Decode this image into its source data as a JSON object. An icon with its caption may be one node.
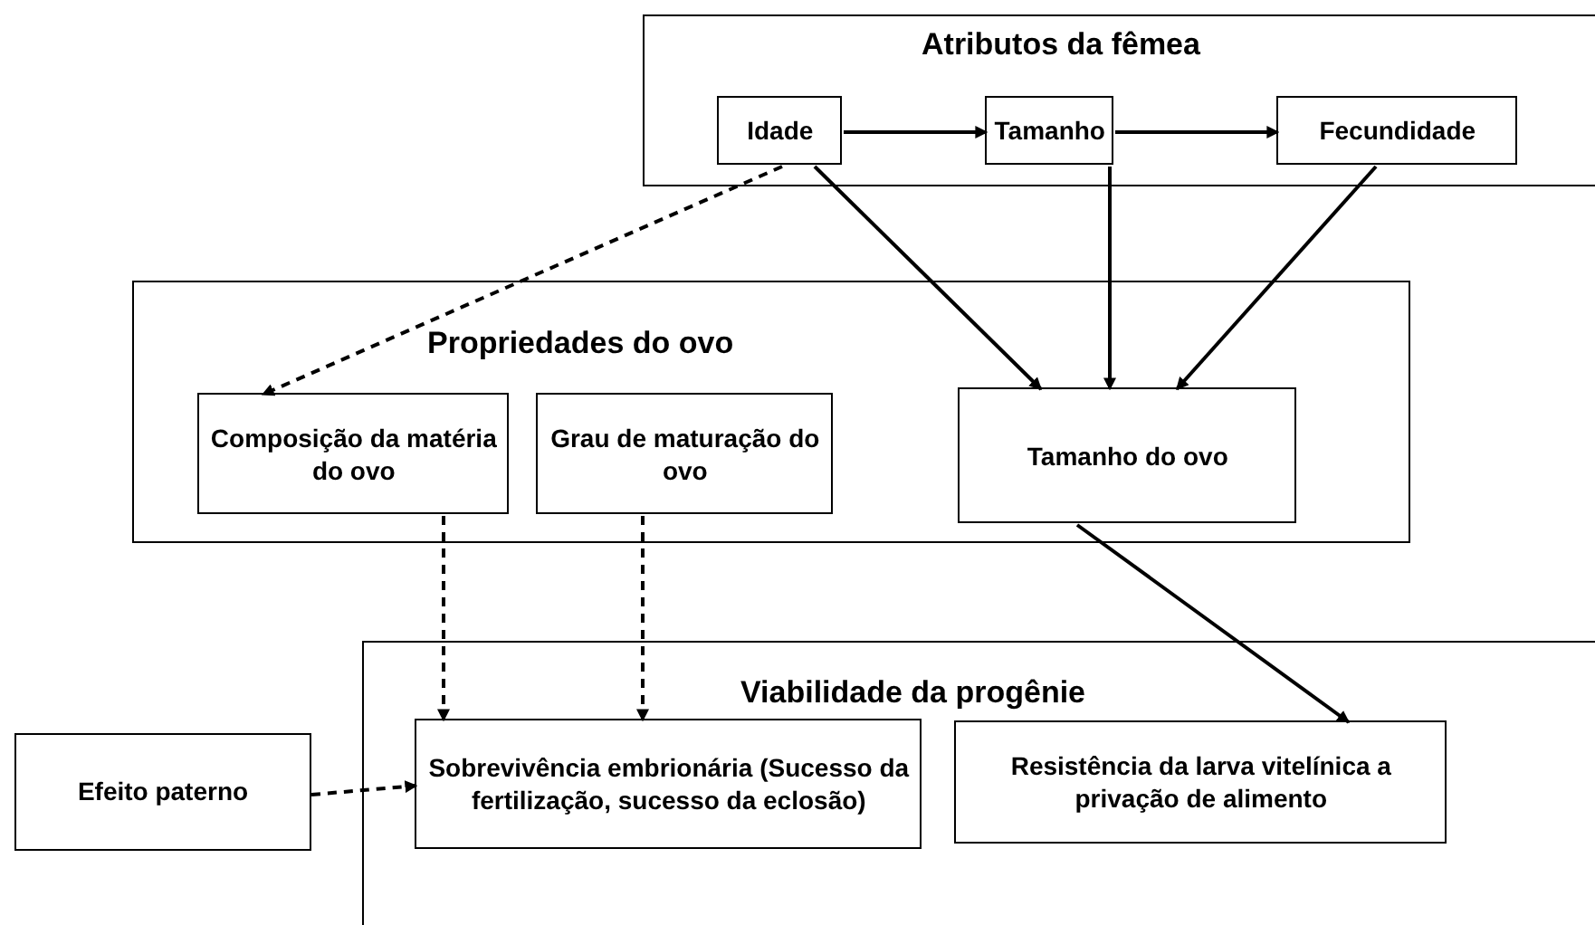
{
  "diagram": {
    "nodes": [
      {
        "text": [
          "Atributos da fêmea"
        ]
      },
      {
        "text": [
          "Idade"
        ],
        "in": 0
      },
      {
        "text": [
          "Tamanho"
        ],
        "in": 0
      },
      {
        "text": [
          "Fecundidade"
        ],
        "in": 0
      },
      {
        "text": [
          "Propriedades do ovo"
        ]
      },
      {
        "text": [
          "Composição da matéria do ovo"
        ],
        "in": 4
      },
      {
        "text": [
          "Grau de maturação do ovo"
        ],
        "in": 4
      },
      {
        "text": [
          "Tamanho do ovo"
        ],
        "in": 4
      },
      {
        "text": [
          "Viabilidade da progênie"
        ]
      },
      {
        "text": [
          "Sobrevivência embrionária (Sucesso da fertilização, sucesso da eclosão)"
        ],
        "in": 8
      },
      {
        "text": [
          "Resistência da larva vitelínica a privação de alimento"
        ],
        "in": 8
      },
      {
        "text": [
          "Efeito paterno"
        ]
      }
    ],
    "edges": [
      {
        "from": 1,
        "to": 2,
        "arrow": "to"
      },
      {
        "from": 2,
        "to": 3,
        "arrow": "to"
      },
      {
        "from": 1,
        "to": 5,
        "arrow": "to",
        "style": "dashed"
      },
      {
        "from": 1,
        "to": 7,
        "arrow": "to"
      },
      {
        "from": 2,
        "to": 7,
        "arrow": "to"
      },
      {
        "from": 3,
        "to": 7,
        "arrow": "to"
      },
      {
        "from": 5,
        "to": 9,
        "arrow": "to",
        "style": "dashed"
      },
      {
        "from": 6,
        "to": 9,
        "arrow": "to",
        "style": "dashed"
      },
      {
        "from": 7,
        "to": 10,
        "arrow": "to"
      },
      {
        "from": 11,
        "to": 9,
        "arrow": "to",
        "style": "dashed"
      }
    ]
  }
}
